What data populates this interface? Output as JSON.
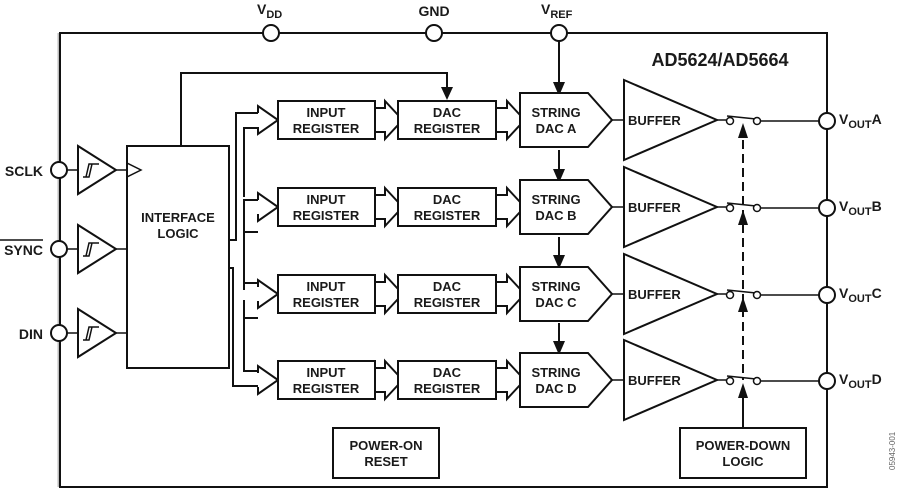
{
  "part_number": "AD5624/AD5664",
  "supply_pins": [
    {
      "name": "V",
      "sub": "DD"
    },
    {
      "name": "GND",
      "sub": ""
    },
    {
      "name": "V",
      "sub": "REF"
    }
  ],
  "input_pins": [
    {
      "name": "SCLK",
      "overline": false
    },
    {
      "name": "SYNC",
      "overline": true
    },
    {
      "name": "DIN",
      "overline": false
    }
  ],
  "interface_block": {
    "line1": "INTERFACE",
    "line2": "LOGIC"
  },
  "channels": [
    {
      "id": "A",
      "input_reg": [
        "INPUT",
        "REGISTER"
      ],
      "dac_reg": [
        "DAC",
        "REGISTER"
      ],
      "string_dac": [
        "STRING",
        "DAC A"
      ],
      "buffer": "BUFFER",
      "output": {
        "name": "V",
        "sub": "OUT",
        "suffix": "A"
      }
    },
    {
      "id": "B",
      "input_reg": [
        "INPUT",
        "REGISTER"
      ],
      "dac_reg": [
        "DAC",
        "REGISTER"
      ],
      "string_dac": [
        "STRING",
        "DAC B"
      ],
      "buffer": "BUFFER",
      "output": {
        "name": "V",
        "sub": "OUT",
        "suffix": "B"
      }
    },
    {
      "id": "C",
      "input_reg": [
        "INPUT",
        "REGISTER"
      ],
      "dac_reg": [
        "DAC",
        "REGISTER"
      ],
      "string_dac": [
        "STRING",
        "DAC C"
      ],
      "buffer": "BUFFER",
      "output": {
        "name": "V",
        "sub": "OUT",
        "suffix": "C"
      }
    },
    {
      "id": "D",
      "input_reg": [
        "INPUT",
        "REGISTER"
      ],
      "dac_reg": [
        "DAC",
        "REGISTER"
      ],
      "string_dac": [
        "STRING",
        "DAC D"
      ],
      "buffer": "BUFFER",
      "output": {
        "name": "V",
        "sub": "OUT",
        "suffix": "D"
      }
    }
  ],
  "power_on_reset": {
    "line1": "POWER-ON",
    "line2": "RESET"
  },
  "power_down_logic": {
    "line1": "POWER-DOWN",
    "line2": "LOGIC"
  },
  "figure_code": "05943-001"
}
